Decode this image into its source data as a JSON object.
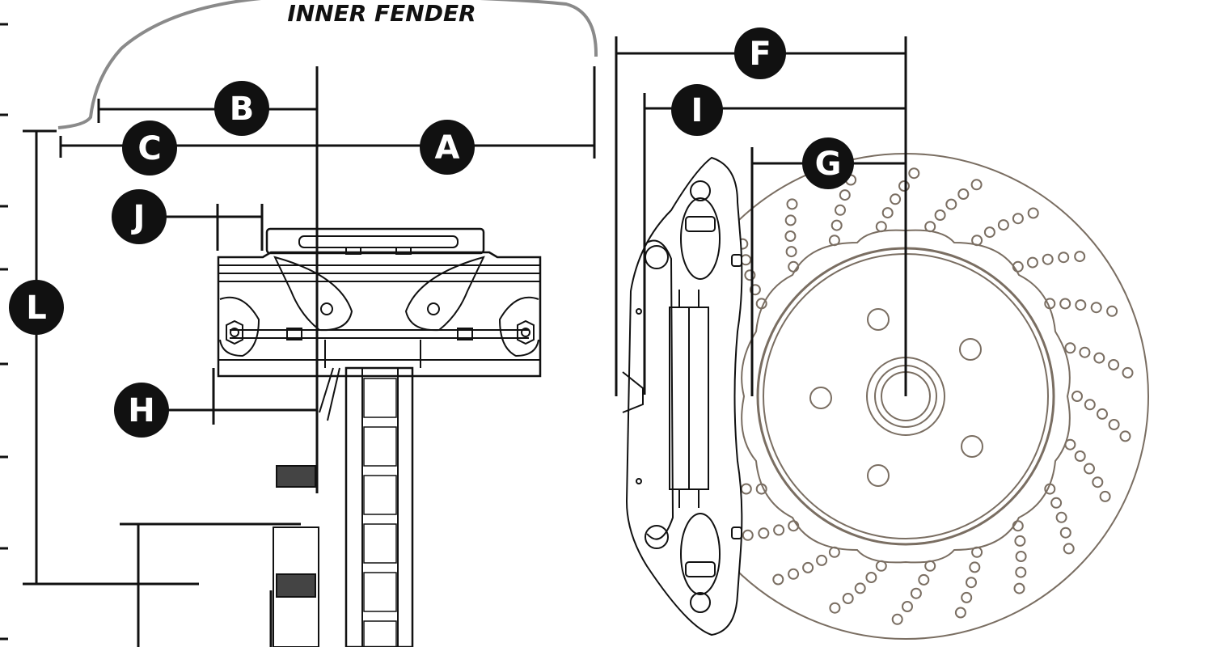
{
  "title": "INNER FENDER",
  "dimensions": {
    "A": "A",
    "B": "B",
    "C": "C",
    "F": "F",
    "G": "G",
    "H": "H",
    "I": "I",
    "J": "J",
    "L": "L"
  },
  "colors": {
    "ink": "#111111",
    "rotor": "#7a6e62",
    "fender": "#8a8a8a",
    "shim": "#555555"
  }
}
